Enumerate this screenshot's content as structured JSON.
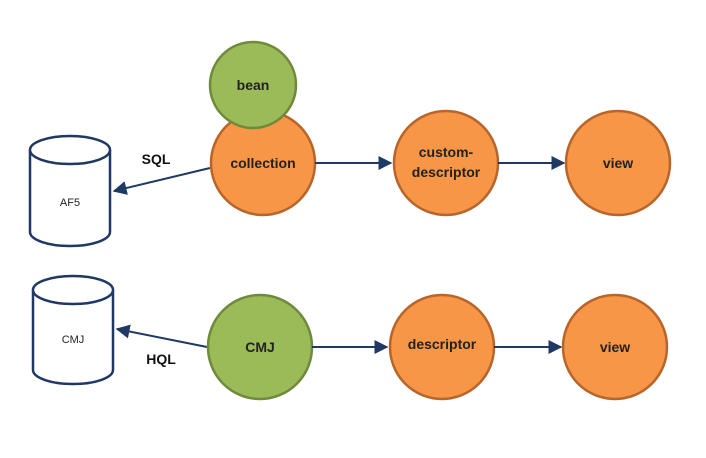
{
  "colors": {
    "orange_fill": "#f79646",
    "orange_stroke": "#b8652b",
    "green_fill": "#9bbb59",
    "green_stroke": "#6f8a3a",
    "edge": "#1f3864"
  },
  "databases": {
    "af5": "AF5",
    "cmj": "CMJ"
  },
  "edges": {
    "sql": "SQL",
    "hql": "HQL"
  },
  "row1": {
    "bean": "bean",
    "collection": "collection",
    "custom_descriptor_line1": "custom-",
    "custom_descriptor_line2": "descriptor",
    "view": "view"
  },
  "row2": {
    "cmj": "CMJ",
    "descriptor": "descriptor",
    "view": "view"
  }
}
